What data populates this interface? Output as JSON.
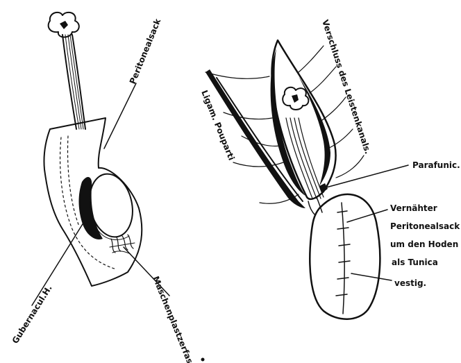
{
  "figure": {
    "left_labels": {
      "peritoneal_sac": "Peritonealsack",
      "gubernaculum": "Gubernacul.H.",
      "mesh": "Maschenplastzerfasert"
    },
    "right_labels": {
      "closure": "Verschluss des Leistenkanals.",
      "ligament": "Ligam. Pouparti",
      "suture": "Parafunic. Nath",
      "sutured_sac_1": "Vernähter",
      "sutured_sac_2": "Peritonealsack",
      "sutured_sac_3": "um den Hoden",
      "sutured_sac_4": "als Tunica",
      "sutured_sac_5": "vestig."
    }
  }
}
